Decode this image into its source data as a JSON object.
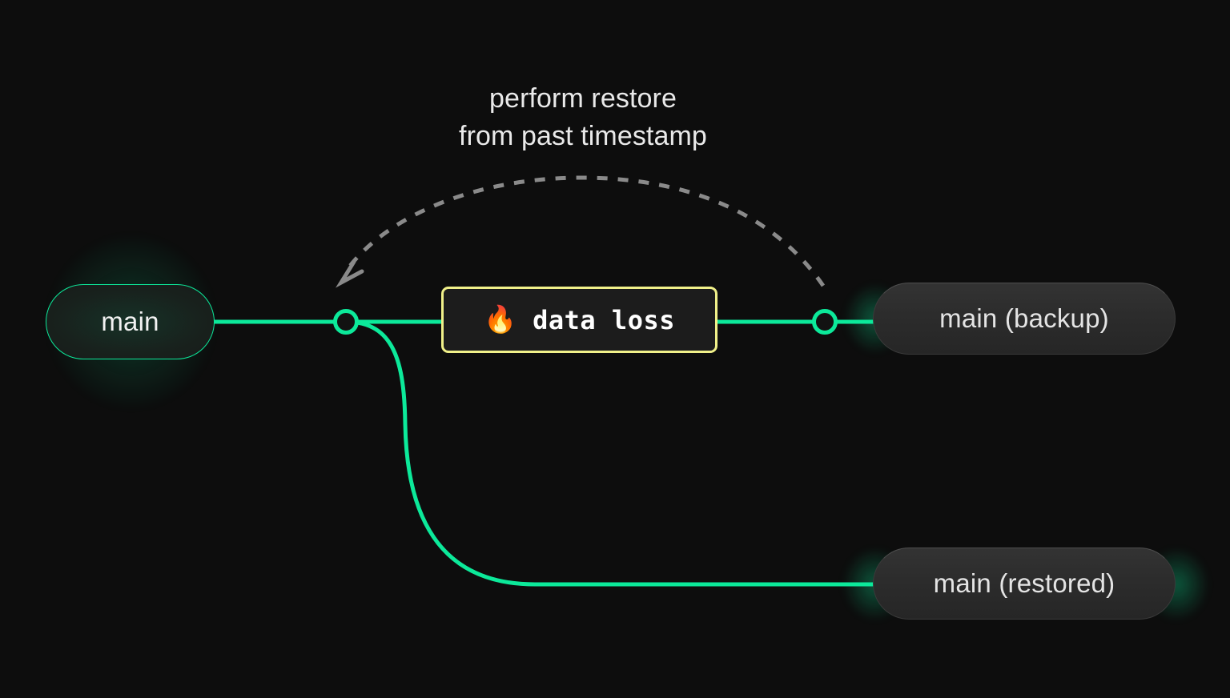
{
  "canvas": {
    "background": "#0d0d0d",
    "accent_green": "#0ce99a",
    "warning_yellow": "#f0f089",
    "dashed_gray": "#8a8a8a"
  },
  "annotation": {
    "text": "perform restore\nfrom past timestamp"
  },
  "nodes": {
    "main": {
      "label": "main"
    },
    "backup": {
      "label": "main (backup)"
    },
    "restored": {
      "label": "main (restored)"
    }
  },
  "event": {
    "icon": "fire-emoji",
    "emoji": "🔥",
    "label": "data loss"
  },
  "edges": {
    "main_to_junction": "solid-green",
    "junction_to_event": "solid-green",
    "event_to_backup": "solid-green",
    "junction_to_restored": "solid-green-curve",
    "backup_to_junction_restore": "dashed-gray-arrow"
  },
  "junctions": {
    "branch_point": "branch-node",
    "backup_point": "backup-node"
  }
}
